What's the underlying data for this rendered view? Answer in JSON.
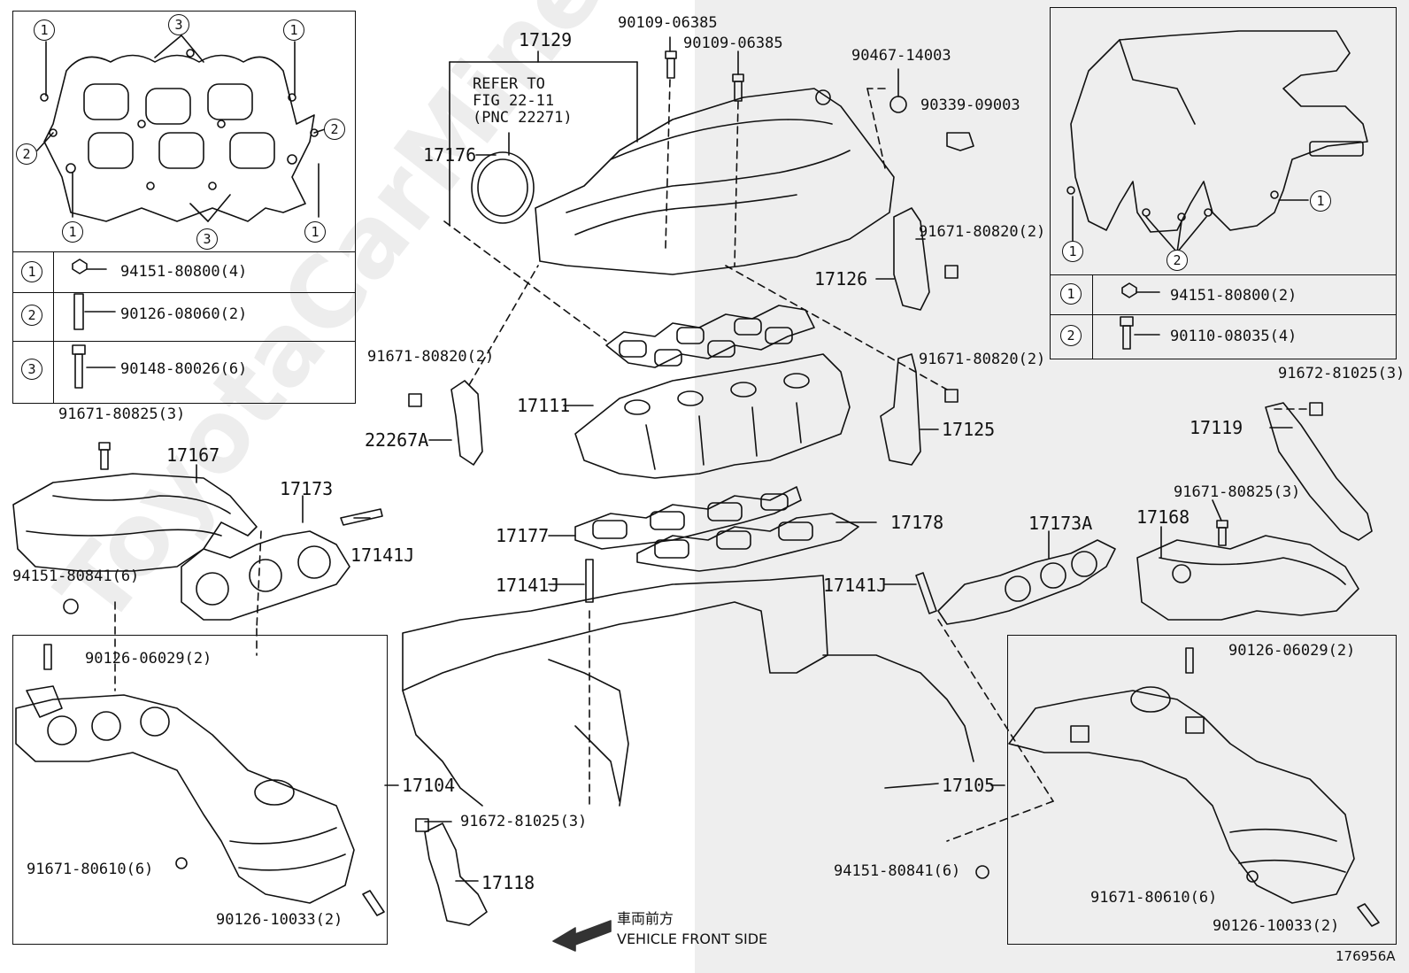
{
  "watermark": "ToyotaCarMine.ru",
  "figure_id": "176956A",
  "front_side": {
    "jp": "車両前方",
    "en": "VEHICLE FRONT SIDE"
  },
  "left_table": {
    "rows": [
      {
        "num": "1",
        "part": "94151-80800(4)"
      },
      {
        "num": "2",
        "part": "90126-08060(2)"
      },
      {
        "num": "3",
        "part": "90148-80026(6)"
      }
    ]
  },
  "right_table": {
    "rows": [
      {
        "num": "1",
        "part": "94151-80800(2)"
      },
      {
        "num": "2",
        "part": "90110-08035(4)"
      }
    ]
  },
  "gasket_callouts": {
    "c1": "1",
    "c2": "2",
    "c3": "3"
  },
  "refer": {
    "line1": "REFER TO",
    "line2": "FIG 22-11",
    "line3": "(PNC 22271)"
  },
  "labels": {
    "p17129": "17129",
    "p90109a": "90109-06385",
    "p90109b": "90109-06385",
    "p90467": "90467-14003",
    "p90339": "90339-09003",
    "p17176": "17176",
    "p91671_80820_a": "91671-80820(2)",
    "p17126": "17126",
    "p91671_80820_b": "91671-80820(2)",
    "p91671_80820_c": "91671-80820(2)",
    "p17111": "17111",
    "p22267A": "22267A",
    "p17125": "17125",
    "p91672_81025_r": "91672-81025(3)",
    "p17119": "17119",
    "p91671_80825_l": "91671-80825(3)",
    "p17167": "17167",
    "p17173": "17173",
    "p17141J_a": "17141J",
    "p94151_80841_l": "94151-80841(6)",
    "p17177": "17177",
    "p17178": "17178",
    "p17173A": "17173A",
    "p91671_80825_r": "91671-80825(3)",
    "p17168": "17168",
    "p17141J_b": "17141J",
    "p17141J_c": "17141J",
    "p90126_06029_l": "90126-06029(2)",
    "p90126_06029_r": "90126-06029(2)",
    "p17104": "17104",
    "p17105": "17105",
    "p91671_80610_l": "91671-80610(6)",
    "p90126_10033_l": "90126-10033(2)",
    "p91672_81025_b": "91672-81025(3)",
    "p17118": "17118",
    "p94151_80841_r": "94151-80841(6)",
    "p91671_80610_r": "91671-80610(6)",
    "p90126_10033_r": "90126-10033(2)"
  }
}
